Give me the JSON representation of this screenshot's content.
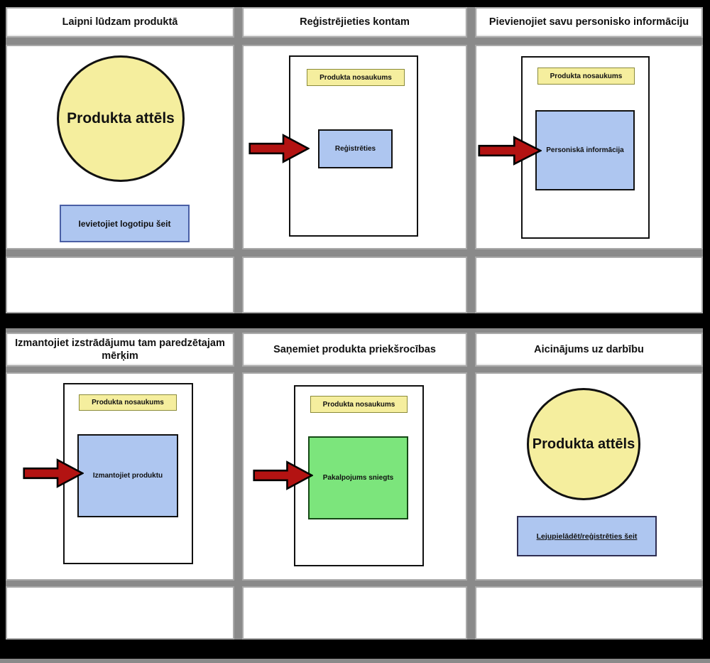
{
  "colors": {
    "bg": "#000000",
    "grid-gray": "#8a8a8a",
    "card-border": "#a9a9a9",
    "yellow-fill": "#F5EE9E",
    "yellow-border": "#8B8B3A",
    "blue-fill": "#AEC6F0",
    "blue-border": "#4A5FA5",
    "green-fill": "#7CE57C",
    "arrow-red": "#B31312"
  },
  "panels": [
    {
      "title": "Laipni lūdzam produktā",
      "image_label": "Produkta attēls",
      "logo_button": "Ievietojiet logotipu šeit"
    },
    {
      "title": "Reģistrējieties kontam",
      "screen_header": "Produkta nosaukums",
      "action_button": "Reģistrēties"
    },
    {
      "title": "Pievienojiet savu personisko informāciju",
      "screen_header": "Produkta nosaukums",
      "content_box": "Personiskā informācija"
    },
    {
      "title": "Izmantojiet izstrādājumu tam paredzētajam mērķim",
      "screen_header": "Produkta nosaukums",
      "content_box": "Izmantojiet produktu"
    },
    {
      "title": "Saņemiet produkta priekšrocības",
      "screen_header": "Produkta nosaukums",
      "content_box": "Pakalpojums sniegts"
    },
    {
      "title": "Aicinājums uz darbību",
      "image_label": "Produkta attēls",
      "link_button": "Lejupielādēt/reģistrēties šeit"
    }
  ]
}
